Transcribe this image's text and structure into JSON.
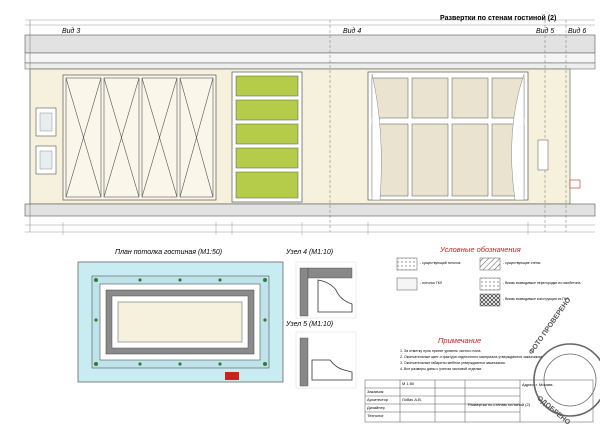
{
  "sheet_title": "Развертки по стенам гостиной (2)",
  "views": {
    "v3": "Вид 3",
    "v4": "Вид 4",
    "v5": "Вид 5",
    "v6": "Вид 6"
  },
  "plan_title": "План потолка гостиная (М1:50)",
  "node4_title": "Узел 4 (М1:10)",
  "node5_title": "Узел 5 (М1:10)",
  "legend": {
    "title": "Условные обозначения",
    "items": [
      "- существующий потолок",
      "- существующие стены",
      "- потолок ГКЛ",
      "- Вновь возводимые перегородки из газобетона",
      "- Вновь возводимые конструкции из ГКЛ"
    ]
  },
  "notes": {
    "title": "Примечание",
    "items": [
      "1. За отметку нуля принят уровень чистого пола.",
      "2. Окончательные цвет и фактура отделочного материала утверждаются заказчиком.",
      "3. Окончательные габариты мебели утверждаются заказчиком.",
      "4. Все размеры даны с учетом чистовой отделки."
    ]
  },
  "title_block": {
    "scale": "М 1:50",
    "role1": "Заказчик",
    "role2": "Архитектор",
    "name2": "Лобач А.В.",
    "role3": "Дизайнер",
    "role4": "Технолог",
    "address": "Адрес: г. Москва",
    "drawing_name": "Развертки по стенам гостиной (2)"
  },
  "stamp": {
    "top": "ФОТО ПРОВЕРЕНО",
    "bottom": "ОДОБРЕНО"
  },
  "colors": {
    "line": "#555555",
    "wall_fill": "#f6f1dc",
    "green_panel": "#b5cc4a",
    "dot_panel": "#e9e3cf",
    "ceiling_cyan": "#c8ecf2",
    "legend_red": "#cc2222",
    "stamp": "#666666"
  }
}
